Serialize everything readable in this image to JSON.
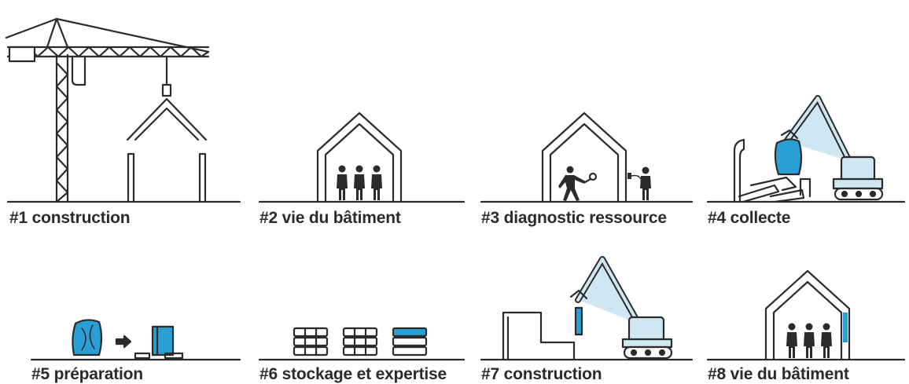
{
  "steps": [
    {
      "label": "#1 construction"
    },
    {
      "label": "#2 vie du bâtiment"
    },
    {
      "label": "#3 diagnostic ressource"
    },
    {
      "label": "#4 collecte"
    },
    {
      "label": "#5 préparation"
    },
    {
      "label": "#6 stockage et expertise"
    },
    {
      "label": "#7 construction"
    },
    {
      "label": "#8 vie du bâtiment"
    }
  ],
  "colors": {
    "line": "#2b2b2b",
    "accent_blue": "#2a9fd6",
    "light_blue": "#cfe6f3"
  }
}
